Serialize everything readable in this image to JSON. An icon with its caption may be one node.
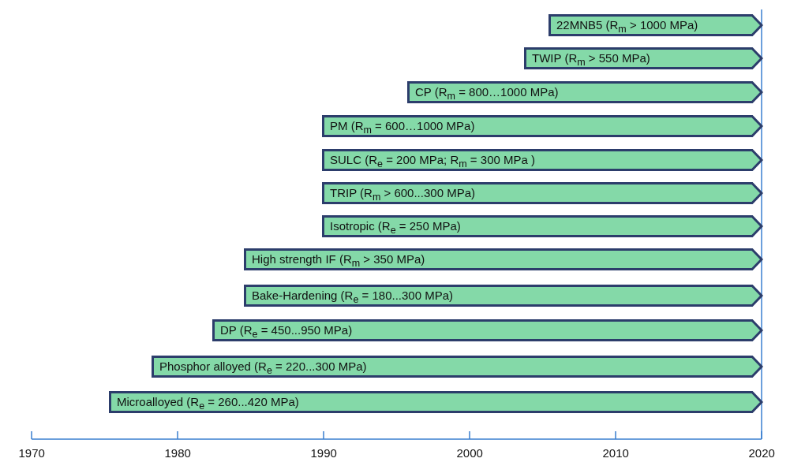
{
  "diagram": {
    "nodes": [
      {
        "text": [
          "22MNB5 (R$_{m}$ > 1000 MPa)"
        ]
      },
      {
        "text": [
          "TWIP (R$_{m}$ > 550 MPa)"
        ]
      },
      {
        "text": [
          "CP (R$_{m}$ = 800…1000 MPa)"
        ]
      },
      {
        "text": [
          "PM (R$_{m}$ = 600…1000 MPa)"
        ]
      },
      {
        "text": [
          "SULC (R$_{e}$ = 200 MPa; R$_{m}$ = 300 MPa )"
        ]
      },
      {
        "text": [
          "TRIP (R$_{m}$ > 600...300 MPa)"
        ]
      },
      {
        "text": [
          "Isotropic (R$_{e}$ = 250 MPa)"
        ]
      },
      {
        "text": [
          "High strength IF (R$_{m}$ > 350 MPa)"
        ]
      },
      {
        "text": [
          "Bake-Hardening (R$_{e}$ = 180...300 MPa)"
        ]
      },
      {
        "text": [
          "DP (R$_{e}$ = 450...950 MPa)"
        ]
      },
      {
        "text": [
          "Phosphor alloyed (R$_{e}$ = 220...300 MPa)"
        ]
      },
      {
        "text": [
          "Microalloyed (R$_{e}$ = 260...420 MPa)"
        ]
      }
    ],
    "labels": [
      "1970",
      "1980",
      "1990",
      "2000",
      "2010",
      "2020"
    ]
  }
}
